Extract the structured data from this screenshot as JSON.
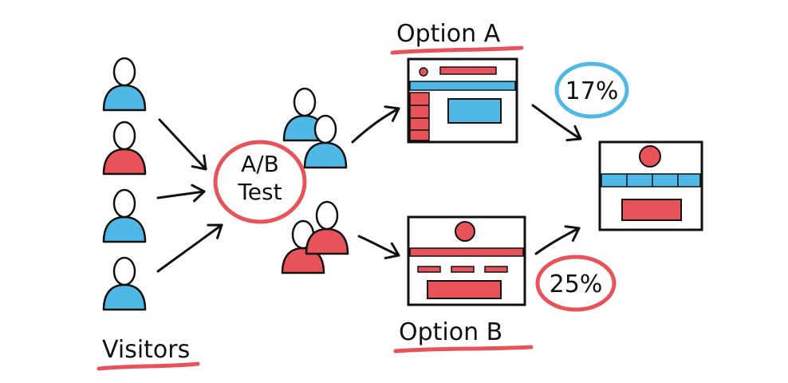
{
  "labels": {
    "visitors": "Visitors",
    "ab_test_line1": "A/B",
    "ab_test_line2": "Test",
    "option_a": "Option A",
    "option_b": "Option B",
    "pct_a": "17%",
    "pct_b": "25%"
  },
  "colors": {
    "ink": "#111111",
    "red": "#e8535a",
    "blue": "#4fb8e6",
    "paper": "#ffffff"
  },
  "icons": {
    "person": "person-icon",
    "arrow": "arrow-icon",
    "webpage": "webpage-icon"
  }
}
